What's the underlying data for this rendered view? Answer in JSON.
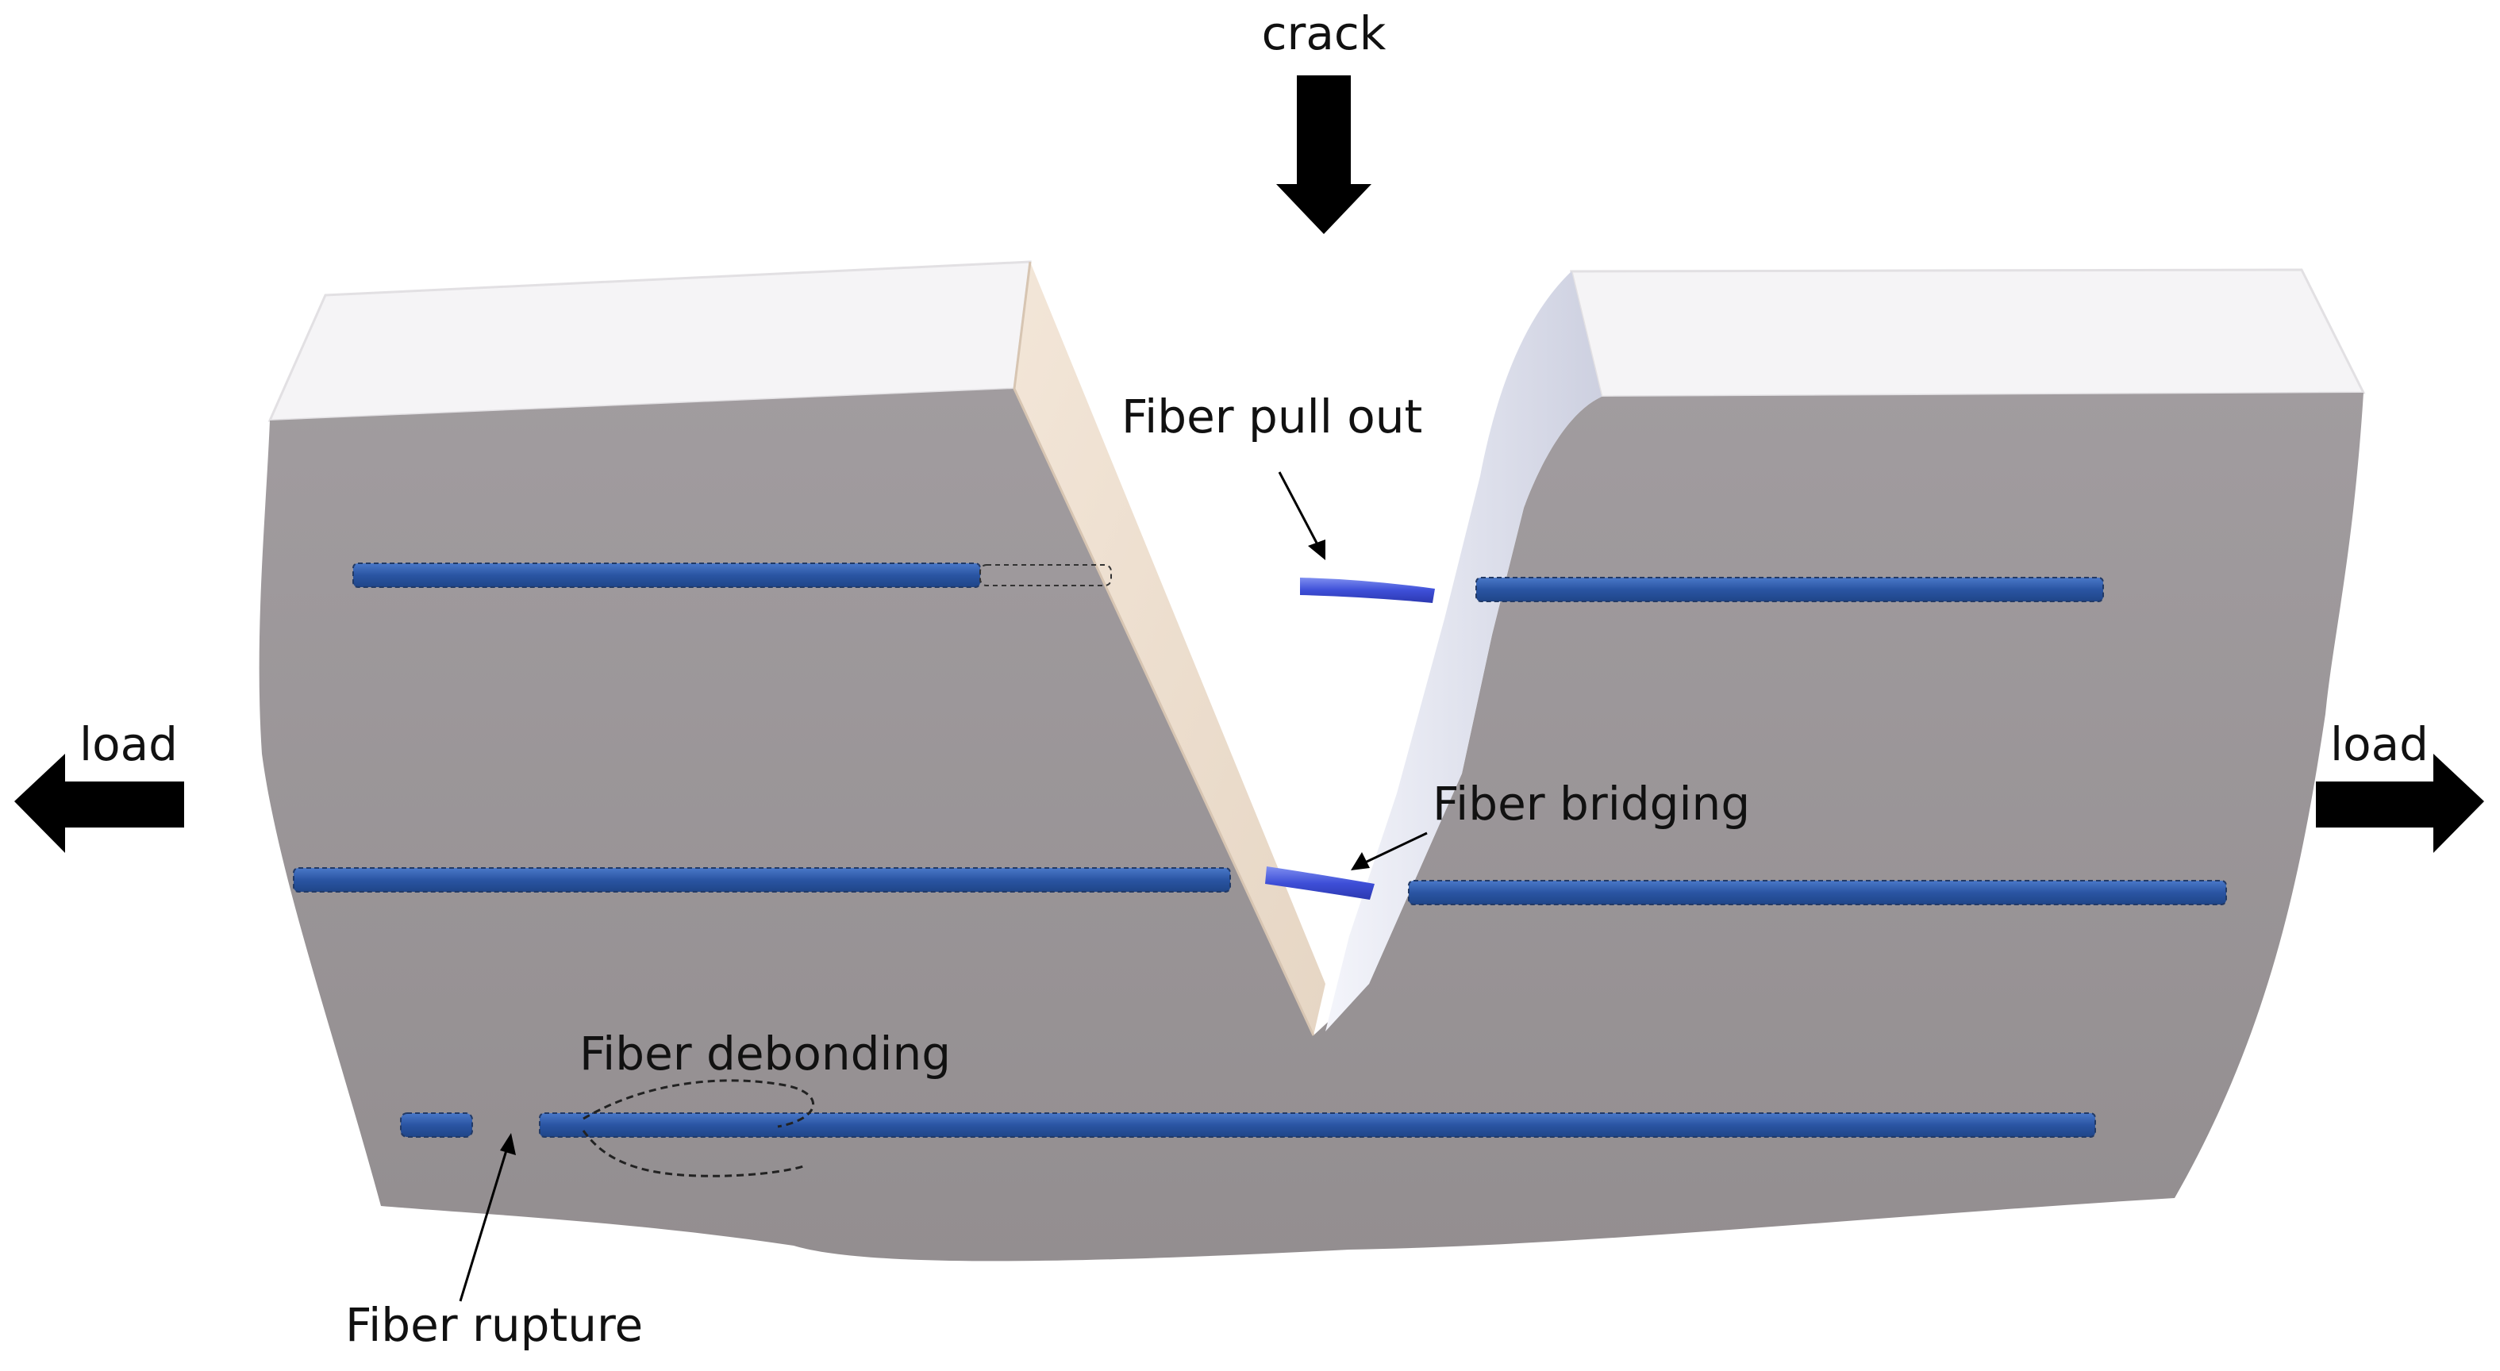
{
  "labels": {
    "crack": "crack",
    "load_left": "load",
    "load_right": "load",
    "pull_out": "Fiber pull out",
    "bridging": "Fiber bridging",
    "debonding": "Fiber debonding",
    "rupture": "Fiber rupture"
  },
  "colors": {
    "matrix_front": "#9a9597",
    "matrix_top": "#f7f6f7",
    "crack_face_left": "#f0e0cf",
    "crack_face_right": "#e9eaf4",
    "fiber": "#2e5aa8",
    "fiber_pulled": "#3f4fd6",
    "arrow": "#000000"
  }
}
